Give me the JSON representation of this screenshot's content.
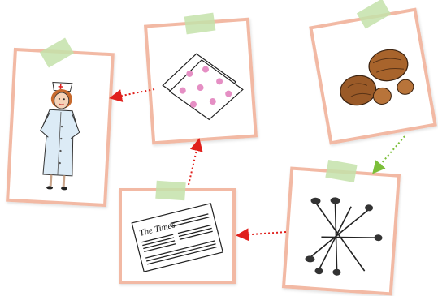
{
  "diagram": {
    "cards": [
      {
        "id": "nurse",
        "icon": "nurse-icon"
      },
      {
        "id": "cloth",
        "icon": "polka-dot-napkin-icon"
      },
      {
        "id": "nuts",
        "icon": "nuts-icon"
      },
      {
        "id": "newspaper",
        "icon": "newspaper-icon",
        "masthead": "The Times"
      },
      {
        "id": "pins",
        "icon": "pins-icon"
      }
    ],
    "arrows": [
      {
        "from": "nuts",
        "to": "pins",
        "color": "#7cbf3a"
      },
      {
        "from": "pins",
        "to": "newspaper",
        "color": "#e0201c"
      },
      {
        "from": "newspaper",
        "to": "cloth",
        "color": "#e0201c"
      },
      {
        "from": "cloth",
        "to": "nurse",
        "color": "#e0201c"
      }
    ],
    "colors": {
      "card_border": "#f2b9a4",
      "tape": "#c4e2aa",
      "arrow_red": "#e0201c",
      "arrow_green": "#7cbf3a"
    }
  }
}
